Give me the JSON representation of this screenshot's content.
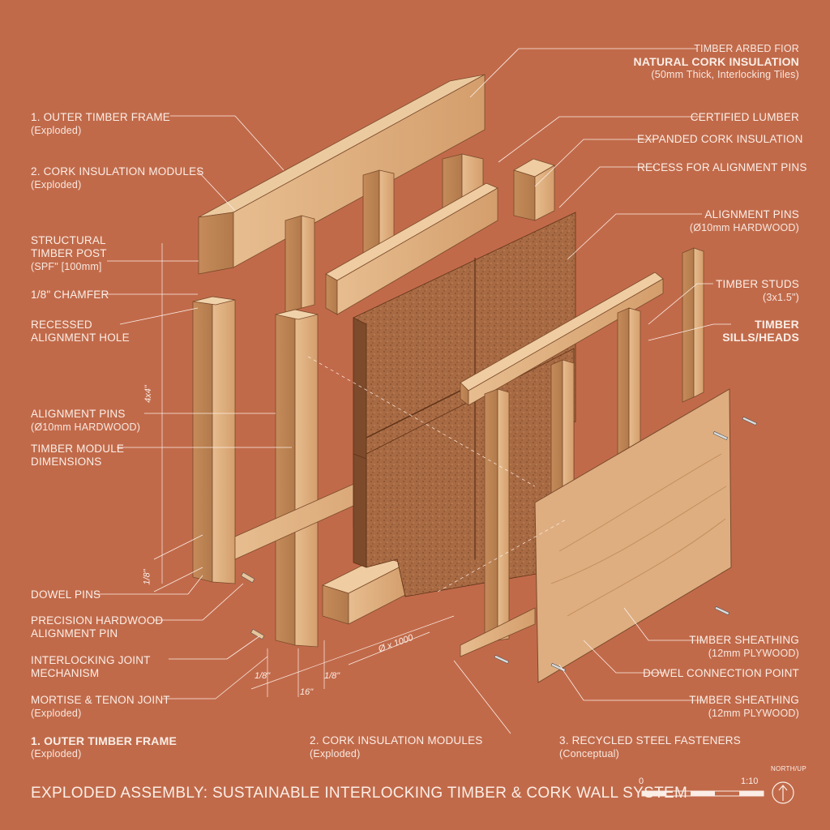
{
  "labels": {
    "timber_arbed": {
      "line1": "TIMBER ARBED FIOR",
      "line2": "NATURAL CORK INSULATION",
      "line3": "(50mm Thick, Interlocking Tiles)"
    },
    "certified_lumber": "CERTIFIED LUMBER",
    "expanded_cork": "EXPANDED CORK INSULATION",
    "recess_pins": "RECESS FOR ALIGNMENT PINS",
    "alignment_pins_right": {
      "line1": "ALIGNMENT PINS",
      "line2": "(Ø10mm HARDWOOD)"
    },
    "timber_studs": {
      "line1": "TIMBER STUDS",
      "line2": "(3x1.5\")"
    },
    "timber_sills": {
      "line1": "TIMBER",
      "line2": "SILLS/HEADS"
    },
    "timber_sheathing_1": {
      "line1": "TIMBER SHEATHING",
      "line2": "(12mm PLYWOOD)"
    },
    "dowel_connection": "DOWEL CONNECTION POINT",
    "timber_sheathing_2": {
      "line1": "TIMBER SHEATHING",
      "line2": "(12mm PLYWOOD)"
    },
    "outer_frame_top": {
      "line1": "1. OUTER TIMBER FRAME",
      "line2": "(Exploded)"
    },
    "cork_modules_top": {
      "line1": "2. CORK INSULATION MODULES",
      "line2": "(Exploded)"
    },
    "structural_post": {
      "line1": "STRUCTURAL",
      "line2": "TIMBER POST",
      "line3": "(SPF\" [100mm]"
    },
    "chamfer": "1/8\" CHAMFER",
    "recessed_hole": {
      "line1": "RECESSED",
      "line2": "ALIGNMENT HOLE"
    },
    "alignment_pins_left": {
      "line1": "ALIGNMENT PINS",
      "line2": "(Ø10mm HARDWOOD)"
    },
    "module_dimensions": {
      "line1": "TIMBER MODULE",
      "line2": "DIMENSIONS"
    },
    "dowel_pins": "DOWEL PINS",
    "precision_pin": {
      "line1": "PRECISION HARDWOOD",
      "line2": "ALIGNMENT PIN"
    },
    "interlocking_joint": {
      "line1": "INTERLOCKING JOINT",
      "line2": "MECHANISM"
    },
    "mortise_tenon": {
      "line1": "MORTISE & TENON JOINT",
      "line2": "(Exploded)"
    },
    "outer_frame_bottom": {
      "line1": "1. OUTER TIMBER FRAME",
      "line2": "(Exploded)"
    },
    "cork_modules_bottom": {
      "line1": "2. CORK INSULATION MODULES",
      "line2": "(Exploded)"
    },
    "steel_fasteners": {
      "line1": "3. RECYCLED STEEL FASTENERS",
      "line2": "(Conceptual)"
    }
  },
  "dimensions": {
    "post_height": "4x4\"",
    "base_eighth": "1/8\"",
    "bottom_eighth_a": "1/8\"",
    "bottom_sixteen": "16\"",
    "bottom_eighth_b": "1/8\"",
    "module_size": "Ø x 1000"
  },
  "title": "EXPLODED ASSEMBLY: SUSTAINABLE INTERLOCKING TIMBER & CORK WALL SYSTEM",
  "scale": {
    "start": "0",
    "end": "1:10"
  },
  "north": "NORTH/UP",
  "colors": {
    "background": "#c16a4a",
    "timber_light": "#e8c095",
    "timber_mid": "#d9a877",
    "timber_dark": "#b98456",
    "cork_light": "#b9794f",
    "cork_dark": "#8e5533",
    "plywood": "#dfb287",
    "ink": "#fbeee6"
  }
}
